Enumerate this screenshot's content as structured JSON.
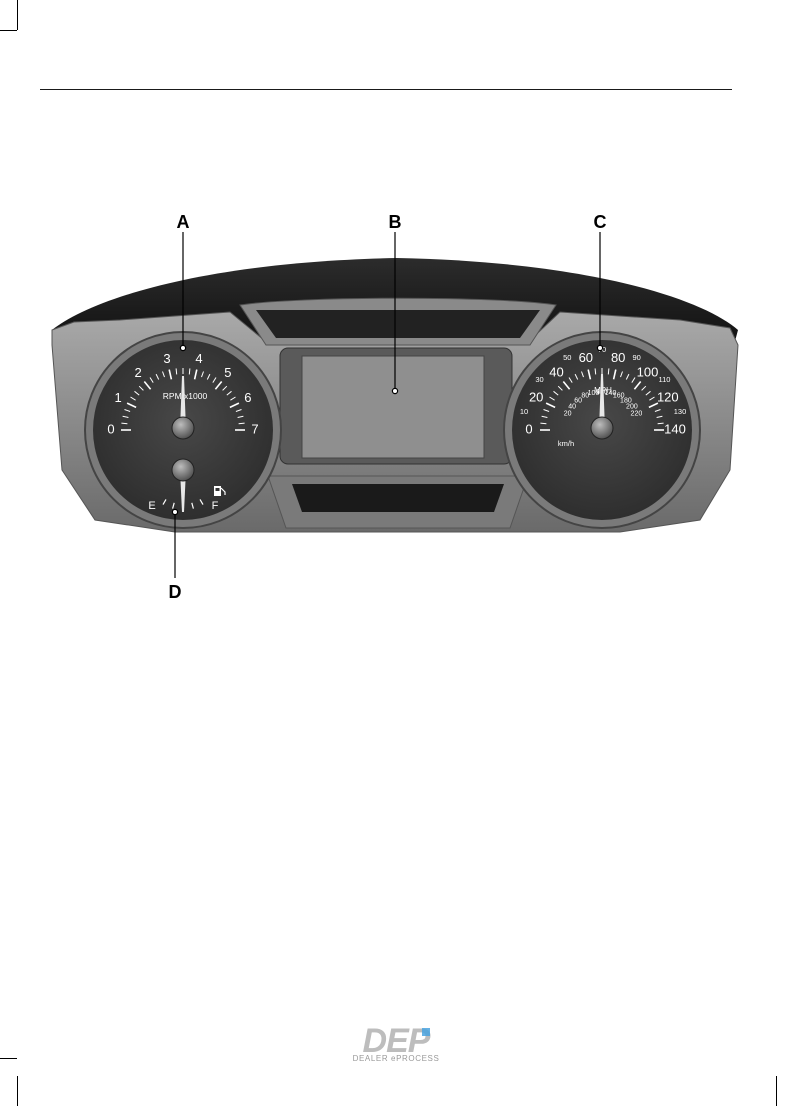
{
  "callouts": {
    "a": "A",
    "b": "B",
    "c": "C",
    "d": "D"
  },
  "tachometer": {
    "title": "RPM x1000",
    "numbers": [
      "0",
      "1",
      "2",
      "3",
      "4",
      "5",
      "6",
      "7"
    ]
  },
  "fuel_gauge": {
    "empty": "E",
    "full": "F"
  },
  "speedometer": {
    "mph_label": "MPH",
    "kmh_label": "km/h",
    "mph_major": [
      "0",
      "20",
      "40",
      "60",
      "80",
      "100",
      "120",
      "140"
    ],
    "mph_minor": [
      "10",
      "30",
      "50",
      "70",
      "90",
      "110",
      "130"
    ],
    "kmh_numbers": [
      "20",
      "40",
      "60",
      "80",
      "100",
      "120",
      "140",
      "160",
      "180",
      "200",
      "220"
    ]
  },
  "logo": {
    "letters": "DEP",
    "tagline": "DEALER ePROCESS"
  },
  "colors": {
    "gauge_face": "#3a3a3a",
    "panel": "#8c8c8c",
    "display": "#8f8f8f",
    "ink": "#000000"
  }
}
